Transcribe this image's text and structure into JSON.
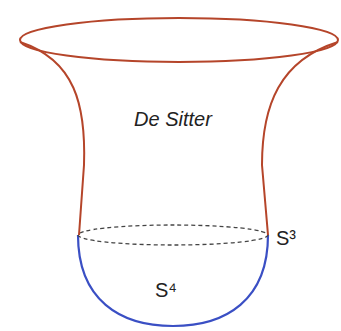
{
  "diagram": {
    "labels": [
      "De Sitter",
      "S³",
      "S⁴"
    ]
  }
}
